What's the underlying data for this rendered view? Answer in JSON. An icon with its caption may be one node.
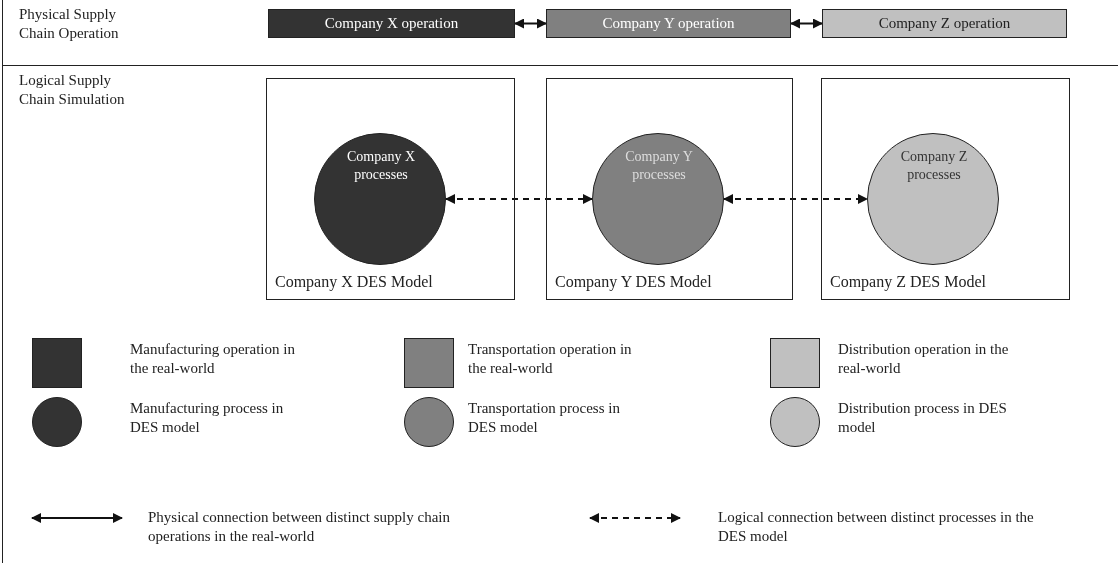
{
  "diagram": {
    "nodes": [
      {
        "text": [
          "Physical Supply Chain Operation"
        ]
      },
      {
        "text": [
          "Company X operation"
        ],
        "in": 0
      },
      {
        "text": [
          "Company Y operation"
        ],
        "in": 0
      },
      {
        "text": [
          "Company Z operation"
        ],
        "in": 0
      },
      {
        "text": [
          "Logical Supply Chain Simulation"
        ]
      },
      {
        "text": [
          "Company X DES Model"
        ],
        "in": 4
      },
      {
        "text": [
          "Company X processes"
        ],
        "in": 5
      },
      {
        "text": [
          "Company Y DES Model"
        ],
        "in": 4
      },
      {
        "text": [
          "Company Y processes"
        ],
        "in": 7
      },
      {
        "text": [
          "Company Z DES Model"
        ],
        "in": 4
      },
      {
        "text": [
          "Company Z processes"
        ],
        "in": 9
      }
    ],
    "edges": [
      {
        "from": 1,
        "to": 2,
        "arrow": "both"
      },
      {
        "from": 2,
        "to": 3,
        "arrow": "both"
      },
      {
        "from": 6,
        "to": 8,
        "arrow": "both",
        "style": "dashed"
      },
      {
        "from": 8,
        "to": 10,
        "arrow": "both",
        "style": "dashed"
      }
    ],
    "legend": [
      {
        "text": "Manufacturing operation in the real-world",
        "color": "#333333"
      },
      {
        "text": "Transportation operation in the real-world",
        "color": "#808080"
      },
      {
        "text": "Distribution operation in the real-world",
        "color": "#c0c0c0"
      },
      {
        "text": "Manufacturing process in DES model",
        "color": "#333333"
      },
      {
        "text": "Transportation process in DES model",
        "color": "#808080"
      },
      {
        "text": "Distribution process in DES model",
        "color": "#c0c0c0"
      },
      {
        "text": "Physical connection between distinct supply chain operations in the real-world"
      },
      {
        "text": "Logical connection between distinct processes in the DES model"
      }
    ]
  }
}
